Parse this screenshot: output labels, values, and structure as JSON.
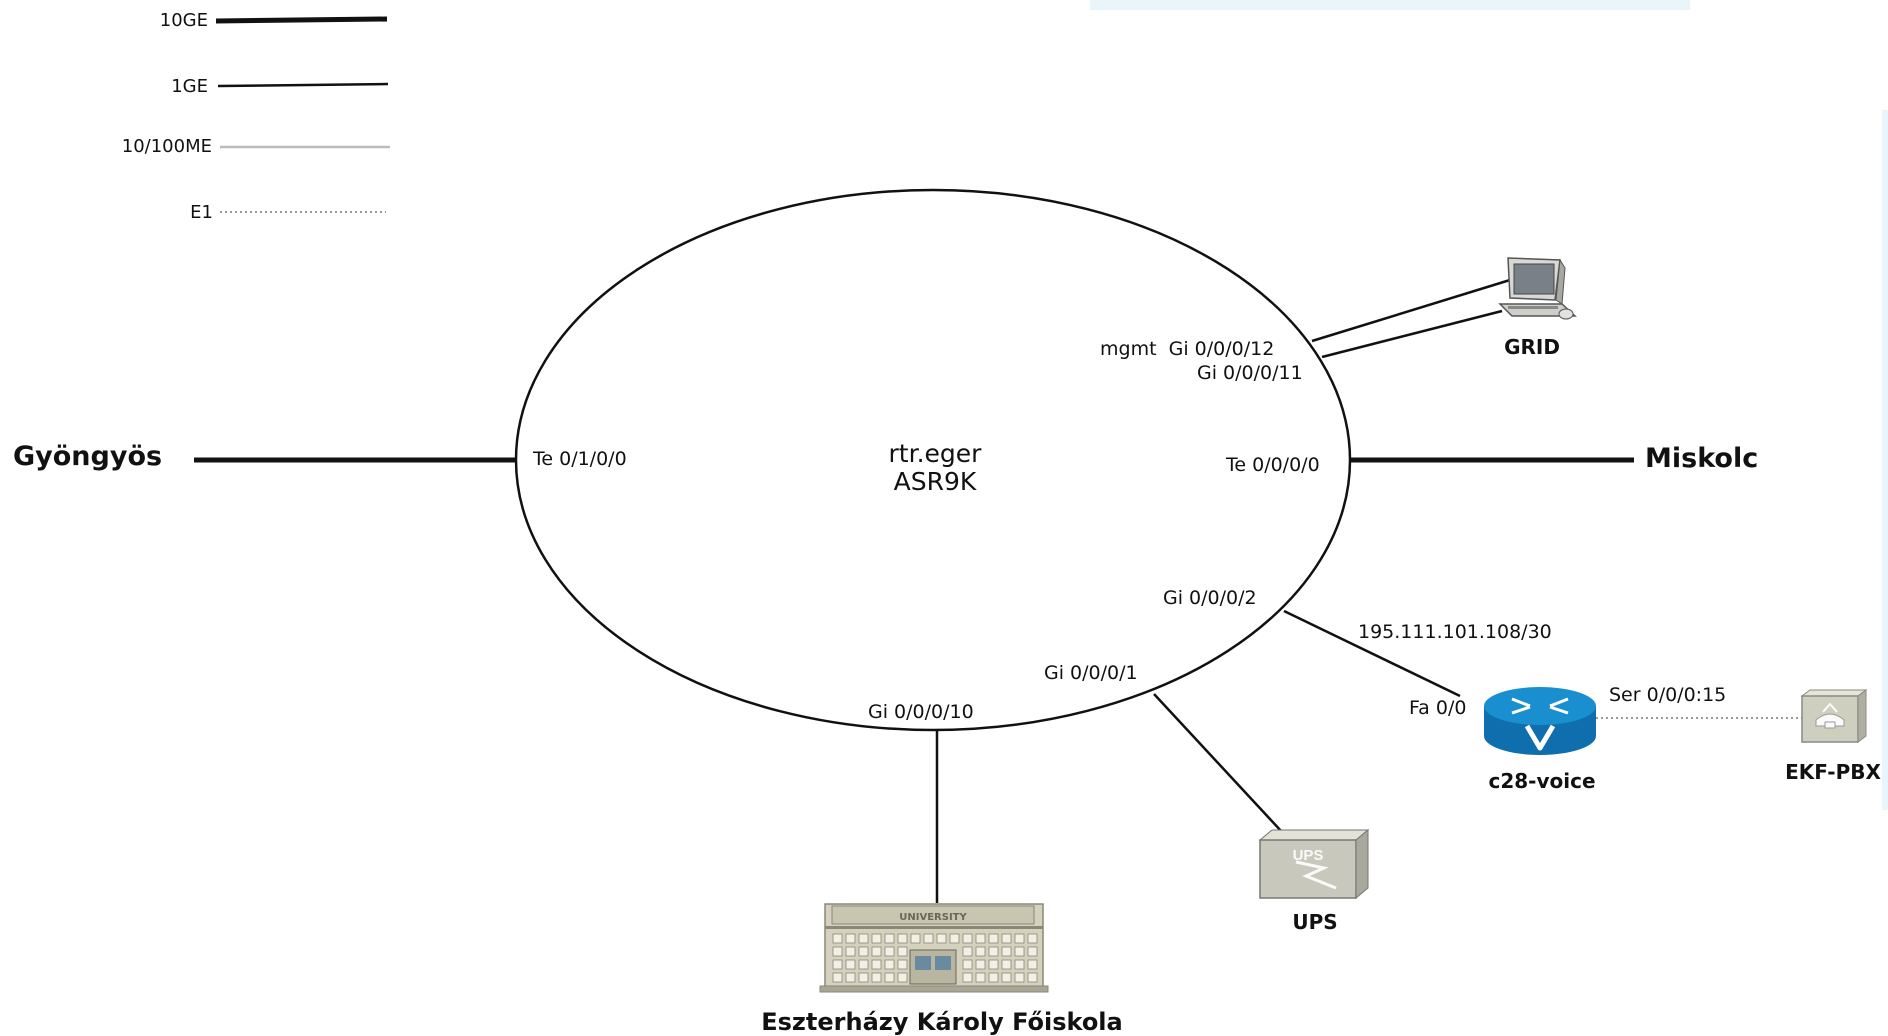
{
  "legend": [
    {
      "label": "10GE",
      "style": "thick"
    },
    {
      "label": "1GE",
      "style": "medium"
    },
    {
      "label": "10/100ME",
      "style": "gray"
    },
    {
      "label": "E1",
      "style": "dotted"
    }
  ],
  "router": {
    "name": "rtr.eger",
    "model": "ASR9K"
  },
  "sites": {
    "west": "Gyöngyös",
    "east": "Miskolc"
  },
  "ports": {
    "te_010": "Te 0/1/0/0",
    "te_000": "Te 0/0/0/0",
    "mgmt_gi12": "mgmt  Gi 0/0/0/12",
    "gi11": "Gi 0/0/0/11",
    "gi2": "Gi 0/0/0/2",
    "gi1": "Gi 0/0/0/1",
    "gi10": "Gi 0/0/0/10",
    "fa0": "Fa 0/0",
    "ser": "Ser 0/0/0:15"
  },
  "subnet": "195.111.101.108/30",
  "devices": {
    "grid": "GRID",
    "voice": "c28-voice",
    "pbx": "EKF-PBX",
    "ups": "UPS",
    "ups_badge": "UPS",
    "campus": "Eszterházy Károly Főiskola",
    "campus_sign": "UNIVERSITY"
  },
  "colors": {
    "line": "#111111",
    "gray_line": "#bbbbbb",
    "router_blue": "#1a8fd0",
    "panel": "#c8c8bc"
  }
}
